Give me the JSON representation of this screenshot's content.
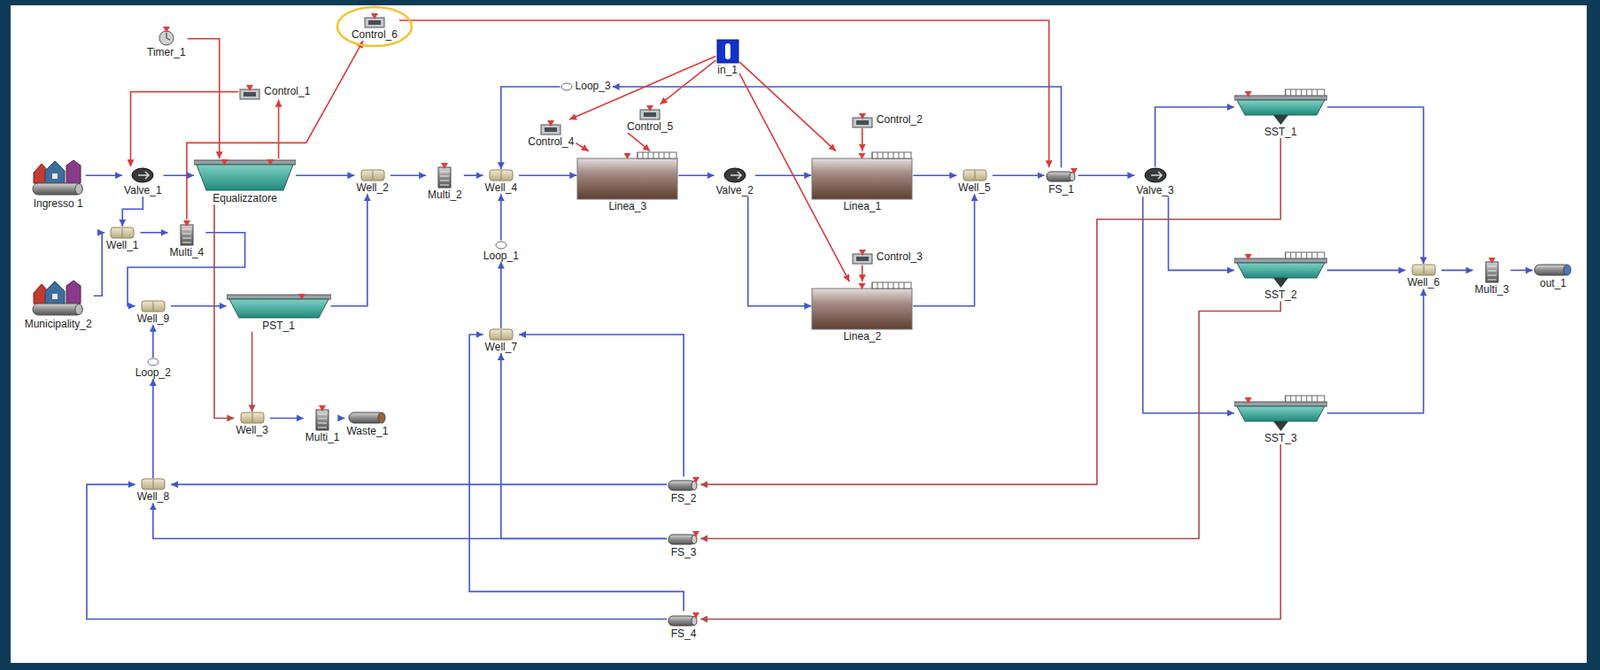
{
  "diagram": {
    "nodes": [
      {
        "text": [
          "Timer_1"
        ]
      },
      {
        "text": [
          "Control_6"
        ]
      },
      {
        "text": [
          "Control_1"
        ]
      },
      {
        "text": [
          "Ingresso 1"
        ]
      },
      {
        "text": [
          "Valve_1"
        ]
      },
      {
        "text": [
          "Equalizzatore"
        ]
      },
      {
        "text": [
          "Multi_4"
        ]
      },
      {
        "text": [
          "Well_1"
        ]
      },
      {
        "text": [
          "Municipality_2"
        ]
      },
      {
        "text": [
          "Well_9"
        ]
      },
      {
        "text": [
          "PST_1"
        ]
      },
      {
        "text": [
          "Well_3"
        ]
      },
      {
        "text": [
          "Multi_1"
        ]
      },
      {
        "text": [
          "Waste_1"
        ]
      },
      {
        "text": [
          "Well_2"
        ]
      },
      {
        "text": [
          "Multi_2"
        ]
      },
      {
        "text": [
          "Loop_3"
        ]
      },
      {
        "text": [
          "Control_4"
        ]
      },
      {
        "text": [
          "Control_5"
        ]
      },
      {
        "text": [
          "in_1"
        ]
      },
      {
        "text": [
          "Linea_3"
        ]
      },
      {
        "text": [
          "Well_4"
        ]
      },
      {
        "text": [
          "Loop_1"
        ]
      },
      {
        "text": [
          "Well_7"
        ]
      },
      {
        "text": [
          "Valve_2"
        ]
      },
      {
        "text": [
          "Control_2"
        ]
      },
      {
        "text": [
          "Linea_1"
        ]
      },
      {
        "text": [
          "Control_3"
        ]
      },
      {
        "text": [
          "Linea_2"
        ]
      },
      {
        "text": [
          "Well_5"
        ]
      },
      {
        "text": [
          "FS_1"
        ]
      },
      {
        "text": [
          "Valve_3"
        ]
      },
      {
        "text": [
          "SST_1"
        ]
      },
      {
        "text": [
          "SST_2"
        ]
      },
      {
        "text": [
          "SST_3"
        ]
      },
      {
        "text": [
          "Well_6"
        ]
      },
      {
        "text": [
          "Multi_3"
        ]
      },
      {
        "text": [
          "out_1"
        ]
      },
      {
        "text": [
          "Well_8"
        ]
      },
      {
        "text": [
          "FS_2"
        ]
      },
      {
        "text": [
          "FS_3"
        ]
      },
      {
        "text": [
          "FS_4"
        ]
      },
      {
        "text": [
          "Loop_2"
        ]
      }
    ],
    "edges": [
      {
        "from": 0,
        "to": 5,
        "arrow": "to"
      },
      {
        "from": 6,
        "to": 1,
        "arrow": "to"
      },
      {
        "from": 1,
        "to": 30,
        "arrow": "to"
      },
      {
        "from": 2,
        "to": 4,
        "arrow": "to"
      },
      {
        "from": 5,
        "to": 2,
        "arrow": "to"
      },
      {
        "from": 3,
        "to": 4,
        "arrow": "to"
      },
      {
        "from": 4,
        "to": 5,
        "arrow": "to"
      },
      {
        "from": 4,
        "to": 7,
        "arrow": "to"
      },
      {
        "from": 8,
        "to": 7,
        "arrow": "to"
      },
      {
        "from": 7,
        "to": 6,
        "arrow": "to"
      },
      {
        "from": 6,
        "to": 9,
        "arrow": "to"
      },
      {
        "from": 9,
        "to": 10,
        "arrow": "to"
      },
      {
        "from": 10,
        "to": 14,
        "arrow": "to"
      },
      {
        "from": 10,
        "to": 11,
        "arrow": "to"
      },
      {
        "from": 5,
        "to": 11,
        "arrow": "to"
      },
      {
        "from": 11,
        "to": 12,
        "arrow": "to"
      },
      {
        "from": 12,
        "to": 13,
        "arrow": "to"
      },
      {
        "from": 5,
        "to": 14,
        "arrow": "to"
      },
      {
        "from": 14,
        "to": 15,
        "arrow": "to"
      },
      {
        "from": 15,
        "to": 21,
        "arrow": "to"
      },
      {
        "from": 21,
        "to": 20,
        "arrow": "to"
      },
      {
        "from": 20,
        "to": 24,
        "arrow": "to"
      },
      {
        "from": 24,
        "to": 26,
        "arrow": "to"
      },
      {
        "from": 24,
        "to": 28,
        "arrow": "to"
      },
      {
        "from": 26,
        "to": 29,
        "arrow": "to"
      },
      {
        "from": 28,
        "to": 29,
        "arrow": "to"
      },
      {
        "from": 29,
        "to": 30,
        "arrow": "to"
      },
      {
        "from": 30,
        "to": 31,
        "arrow": "to"
      },
      {
        "from": 31,
        "to": 32,
        "arrow": "to"
      },
      {
        "from": 31,
        "to": 33,
        "arrow": "to"
      },
      {
        "from": 31,
        "to": 34,
        "arrow": "to"
      },
      {
        "from": 32,
        "to": 35,
        "arrow": "to"
      },
      {
        "from": 33,
        "to": 35,
        "arrow": "to"
      },
      {
        "from": 34,
        "to": 35,
        "arrow": "to"
      },
      {
        "from": 35,
        "to": 36,
        "arrow": "to"
      },
      {
        "from": 36,
        "to": 37,
        "arrow": "to"
      },
      {
        "from": 30,
        "to": 16,
        "arrow": "to"
      },
      {
        "from": 16,
        "to": 21,
        "arrow": "to"
      },
      {
        "from": 23,
        "to": 22,
        "arrow": "to"
      },
      {
        "from": 22,
        "to": 21,
        "arrow": "to"
      },
      {
        "from": 32,
        "to": 39,
        "arrow": "to"
      },
      {
        "from": 33,
        "to": 40,
        "arrow": "to"
      },
      {
        "from": 34,
        "to": 41,
        "arrow": "to"
      },
      {
        "from": 39,
        "to": 23,
        "arrow": "to"
      },
      {
        "from": 39,
        "to": 38,
        "arrow": "to"
      },
      {
        "from": 40,
        "to": 23,
        "arrow": "to"
      },
      {
        "from": 40,
        "to": 38,
        "arrow": "to"
      },
      {
        "from": 41,
        "to": 23,
        "arrow": "to"
      },
      {
        "from": 41,
        "to": 38,
        "arrow": "to"
      },
      {
        "from": 38,
        "to": 42,
        "arrow": "to"
      },
      {
        "from": 42,
        "to": 9,
        "arrow": "to"
      },
      {
        "from": 19,
        "to": 17,
        "arrow": "to"
      },
      {
        "from": 19,
        "to": 18,
        "arrow": "to"
      },
      {
        "from": 19,
        "to": 26,
        "arrow": "to"
      },
      {
        "from": 19,
        "to": 28,
        "arrow": "to"
      },
      {
        "from": 17,
        "to": 20,
        "arrow": "to"
      },
      {
        "from": 18,
        "to": 20,
        "arrow": "to"
      },
      {
        "from": 25,
        "to": 26,
        "arrow": "to"
      },
      {
        "from": 27,
        "to": 28,
        "arrow": "to"
      }
    ]
  }
}
